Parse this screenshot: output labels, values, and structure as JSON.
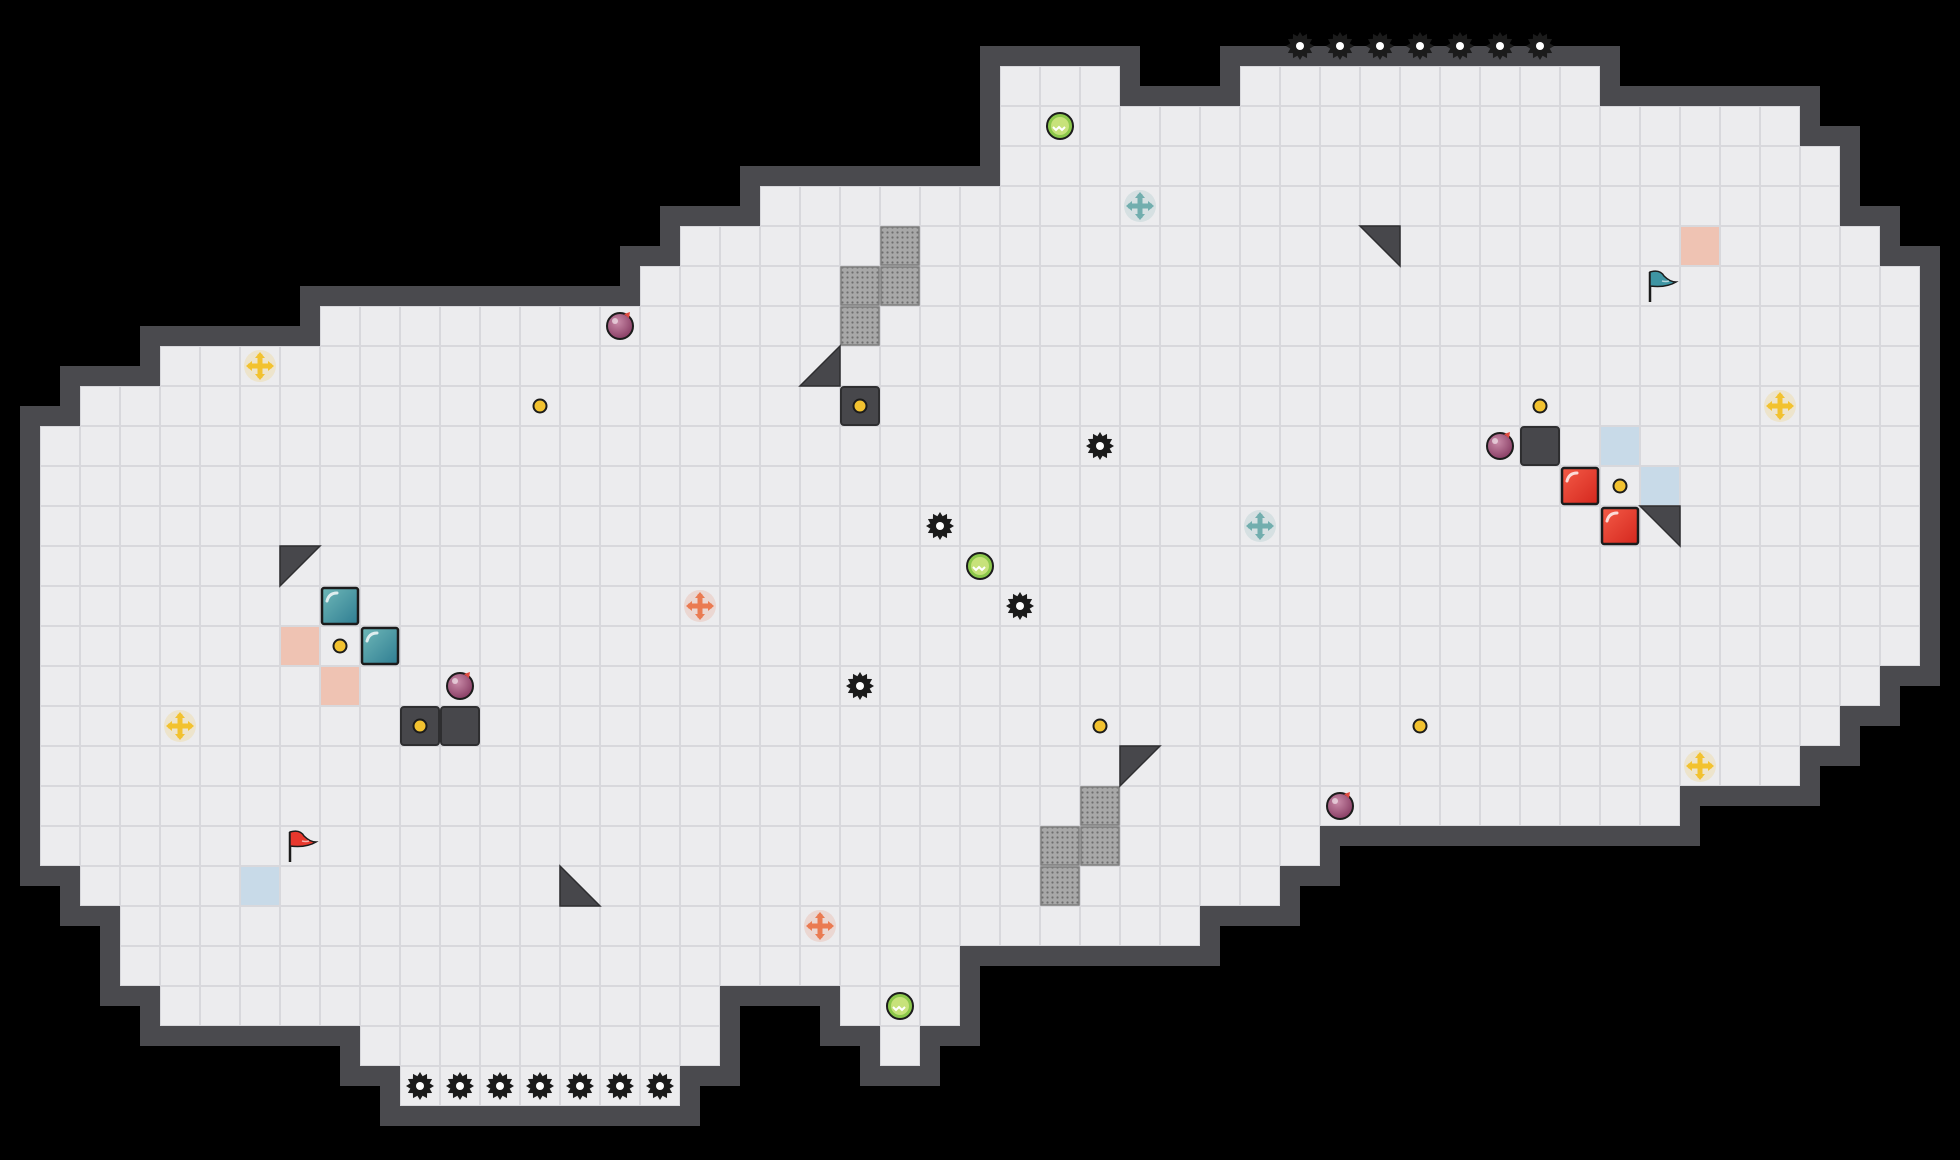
{
  "colors": {
    "background": "#000000",
    "wall": "#4a4a4e",
    "floor": "#ececee",
    "grid": "#d8d8dc",
    "block": "#47474b",
    "bomb": "#1b1b1b",
    "red_team": "#e8382d",
    "blue_team": "#3f95a3",
    "powerup": "#f2c230",
    "boost_red": "#ea7b52",
    "boost_blue": "#72aeae",
    "gate_tile": "#989898",
    "tint_red": "#efc3b3",
    "tint_blue": "#c8dae8",
    "yellow_orb": "#f2c230"
  },
  "map": {
    "grid": {
      "cols": 49,
      "rows": 29
    },
    "floor_rows": [
      {
        "row": 2,
        "runs": [
          [
            25,
            27
          ],
          [
            31,
            39
          ]
        ]
      },
      {
        "row": 3,
        "runs": [
          [
            25,
            44
          ]
        ]
      },
      {
        "row": 4,
        "runs": [
          [
            25,
            45
          ]
        ]
      },
      {
        "row": 5,
        "runs": [
          [
            19,
            45
          ]
        ]
      },
      {
        "row": 6,
        "runs": [
          [
            17,
            46
          ]
        ]
      },
      {
        "row": 7,
        "runs": [
          [
            16,
            47
          ]
        ]
      },
      {
        "row": 8,
        "runs": [
          [
            8,
            47
          ]
        ]
      },
      {
        "row": 9,
        "runs": [
          [
            4,
            47
          ]
        ]
      },
      {
        "row": 10,
        "runs": [
          [
            2,
            47
          ]
        ]
      },
      {
        "row": 11,
        "runs": [
          [
            1,
            47
          ]
        ]
      },
      {
        "row": 12,
        "runs": [
          [
            1,
            47
          ]
        ]
      },
      {
        "row": 13,
        "runs": [
          [
            1,
            47
          ]
        ]
      },
      {
        "row": 14,
        "runs": [
          [
            1,
            47
          ]
        ]
      },
      {
        "row": 15,
        "runs": [
          [
            1,
            47
          ]
        ]
      },
      {
        "row": 16,
        "runs": [
          [
            1,
            47
          ]
        ]
      },
      {
        "row": 17,
        "runs": [
          [
            1,
            46
          ]
        ]
      },
      {
        "row": 18,
        "runs": [
          [
            1,
            45
          ]
        ]
      },
      {
        "row": 19,
        "runs": [
          [
            1,
            44
          ]
        ]
      },
      {
        "row": 20,
        "runs": [
          [
            1,
            33
          ],
          [
            34,
            41
          ]
        ]
      },
      {
        "row": 21,
        "runs": [
          [
            1,
            32
          ]
        ]
      },
      {
        "row": 22,
        "runs": [
          [
            2,
            31
          ]
        ]
      },
      {
        "row": 23,
        "runs": [
          [
            3,
            29
          ]
        ]
      },
      {
        "row": 24,
        "runs": [
          [
            3,
            23
          ]
        ]
      },
      {
        "row": 25,
        "runs": [
          [
            4,
            17
          ],
          [
            21,
            23
          ]
        ]
      },
      {
        "row": 26,
        "runs": [
          [
            9,
            17
          ],
          [
            22,
            22
          ]
        ]
      },
      {
        "row": 27,
        "runs": [
          [
            10,
            16
          ]
        ]
      }
    ],
    "walls": [
      [
        21,
        10
      ],
      [
        38,
        11
      ],
      [
        10,
        18
      ],
      [
        11,
        18
      ]
    ],
    "gates": [
      [
        22,
        6
      ],
      [
        21,
        7
      ],
      [
        22,
        7
      ],
      [
        21,
        8
      ],
      [
        27,
        20
      ],
      [
        26,
        21
      ],
      [
        27,
        21
      ],
      [
        26,
        22
      ]
    ],
    "ramps": [
      {
        "col": 20,
        "row": 9,
        "corner": "br"
      },
      {
        "col": 7,
        "row": 14,
        "corner": "tl"
      },
      {
        "col": 14,
        "row": 22,
        "corner": "bl"
      },
      {
        "col": 28,
        "row": 19,
        "corner": "tl"
      },
      {
        "col": 34,
        "row": 6,
        "corner": "tr"
      },
      {
        "col": 41,
        "row": 13,
        "corner": "tr"
      }
    ],
    "tints": [
      {
        "col": 42,
        "row": 6,
        "team": "red"
      },
      {
        "col": 40,
        "row": 11,
        "team": "blue"
      },
      {
        "col": 41,
        "row": 12,
        "team": "blue"
      },
      {
        "col": 7,
        "row": 16,
        "team": "red"
      },
      {
        "col": 8,
        "row": 17,
        "team": "red"
      },
      {
        "col": 6,
        "row": 22,
        "team": "blue"
      }
    ],
    "team_blocks": [
      {
        "col": 8,
        "row": 15,
        "team": "blue"
      },
      {
        "col": 9,
        "row": 16,
        "team": "blue"
      },
      {
        "col": 39,
        "row": 12,
        "team": "red"
      },
      {
        "col": 40,
        "row": 13,
        "team": "red"
      }
    ],
    "flags": [
      {
        "col": 41,
        "row": 7,
        "team": "blue"
      },
      {
        "col": 7,
        "row": 21,
        "team": "red"
      }
    ],
    "bombs": [
      [
        32,
        1
      ],
      [
        33,
        1
      ],
      [
        34,
        1
      ],
      [
        35,
        1
      ],
      [
        36,
        1
      ],
      [
        37,
        1
      ],
      [
        38,
        1
      ],
      [
        10,
        27
      ],
      [
        11,
        27
      ],
      [
        12,
        27
      ],
      [
        13,
        27
      ],
      [
        14,
        27
      ],
      [
        15,
        27
      ],
      [
        16,
        27
      ],
      [
        27,
        11
      ],
      [
        23,
        13
      ],
      [
        25,
        15
      ],
      [
        21,
        17
      ]
    ],
    "spikes": [
      [
        15,
        8
      ],
      [
        37,
        11
      ],
      [
        11,
        17
      ],
      [
        33,
        20
      ]
    ],
    "powerups": [
      [
        26,
        3
      ],
      [
        24,
        14
      ],
      [
        22,
        25
      ]
    ],
    "boosts": [
      {
        "col": 28,
        "row": 5,
        "kind": "blue"
      },
      {
        "col": 31,
        "row": 13,
        "kind": "blue"
      },
      {
        "col": 17,
        "row": 15,
        "kind": "red"
      },
      {
        "col": 20,
        "row": 23,
        "kind": "red"
      },
      {
        "col": 6,
        "row": 9,
        "kind": "yellow"
      },
      {
        "col": 44,
        "row": 10,
        "kind": "yellow"
      },
      {
        "col": 4,
        "row": 18,
        "kind": "yellow"
      },
      {
        "col": 42,
        "row": 19,
        "kind": "yellow"
      }
    ],
    "orbs": [
      [
        13,
        10
      ],
      [
        21,
        10
      ],
      [
        38,
        10
      ],
      [
        40,
        12
      ],
      [
        8,
        16
      ],
      [
        10,
        18
      ],
      [
        27,
        18
      ],
      [
        35,
        18
      ]
    ]
  }
}
